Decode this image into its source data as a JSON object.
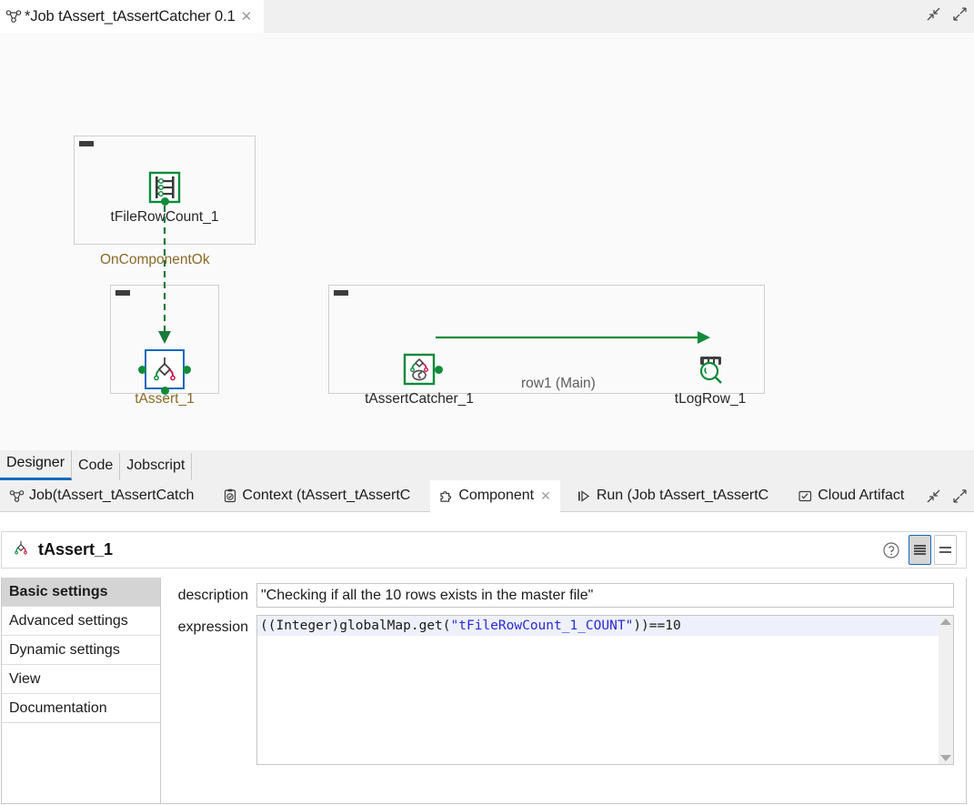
{
  "window": {
    "editor_tab_title": "*Job tAssert_tAssertCatcher 0.1",
    "editor_tab_icon": "job-icon",
    "close_icon": "close-icon",
    "minimize_icon": "minimize-icon",
    "maximize_icon": "maximize-icon"
  },
  "canvas": {
    "subjobs": [
      {
        "name": "subjob-filerowcount"
      },
      {
        "name": "subjob-assert"
      },
      {
        "name": "subjob-assertcatcher"
      }
    ],
    "nodes": [
      {
        "id": "tFileRowCount_1",
        "label": "tFileRowCount_1",
        "icon": "file-row-count-icon",
        "selected": false
      },
      {
        "id": "tAssert_1",
        "label": "tAssert_1",
        "icon": "assert-icon",
        "selected": true
      },
      {
        "id": "tAssertCatcher_1",
        "label": "tAssertCatcher_1",
        "icon": "assert-catcher-icon",
        "selected": false
      },
      {
        "id": "tLogRow_1",
        "label": "tLogRow_1",
        "icon": "log-row-icon",
        "selected": false
      }
    ],
    "links": [
      {
        "label": "OnComponentOk",
        "style": "dashed",
        "color": "#1a7a3c"
      },
      {
        "label": "row1 (Main)",
        "style": "solid",
        "color": "#118b3a"
      }
    ]
  },
  "designer_tabs": [
    {
      "label": "Designer",
      "active": true
    },
    {
      "label": "Code",
      "active": false
    },
    {
      "label": "Jobscript",
      "active": false
    }
  ],
  "view_tabs": [
    {
      "label": "Job(tAssert_tAssertCatch",
      "icon": "job-icon",
      "active": false,
      "closable": false
    },
    {
      "label": "Context (tAssert_tAssertC",
      "icon": "context-icon",
      "active": false,
      "closable": false
    },
    {
      "label": "Component",
      "icon": "component-icon",
      "active": true,
      "closable": true
    },
    {
      "label": "Run (Job tAssert_tAssertC",
      "icon": "run-icon",
      "active": false,
      "closable": false
    },
    {
      "label": "Cloud Artifact",
      "icon": "cloud-artifact-icon",
      "active": false,
      "closable": false
    }
  ],
  "panel": {
    "title": "tAssert_1",
    "title_icon": "assert-icon",
    "help_icon": "help-icon",
    "view_toggle_filled": "list-filled-icon",
    "view_toggle_outline": "list-outline-icon"
  },
  "settings_tabs": [
    {
      "label": "Basic settings",
      "active": true
    },
    {
      "label": "Advanced settings",
      "active": false
    },
    {
      "label": "Dynamic settings",
      "active": false
    },
    {
      "label": "View",
      "active": false
    },
    {
      "label": "Documentation",
      "active": false
    }
  ],
  "basic_settings": {
    "description_label": "description",
    "description_value": "\"Checking if all the 10 rows exists in the master file\"",
    "description_placeholder": "",
    "expression_label": "expression",
    "expression_prefix": "((Integer)globalMap.get(",
    "expression_string": "\"tFileRowCount_1_COUNT\"",
    "expression_suffix": "))==10",
    "scroll_up_icon": "scroll-up-arrow",
    "scroll_down_icon": "scroll-down-arrow"
  },
  "colors": {
    "accent": "#1668c1",
    "green": "#118b3a",
    "orange_label": "#8a6a28",
    "canvas_bg": "#fafafa"
  }
}
